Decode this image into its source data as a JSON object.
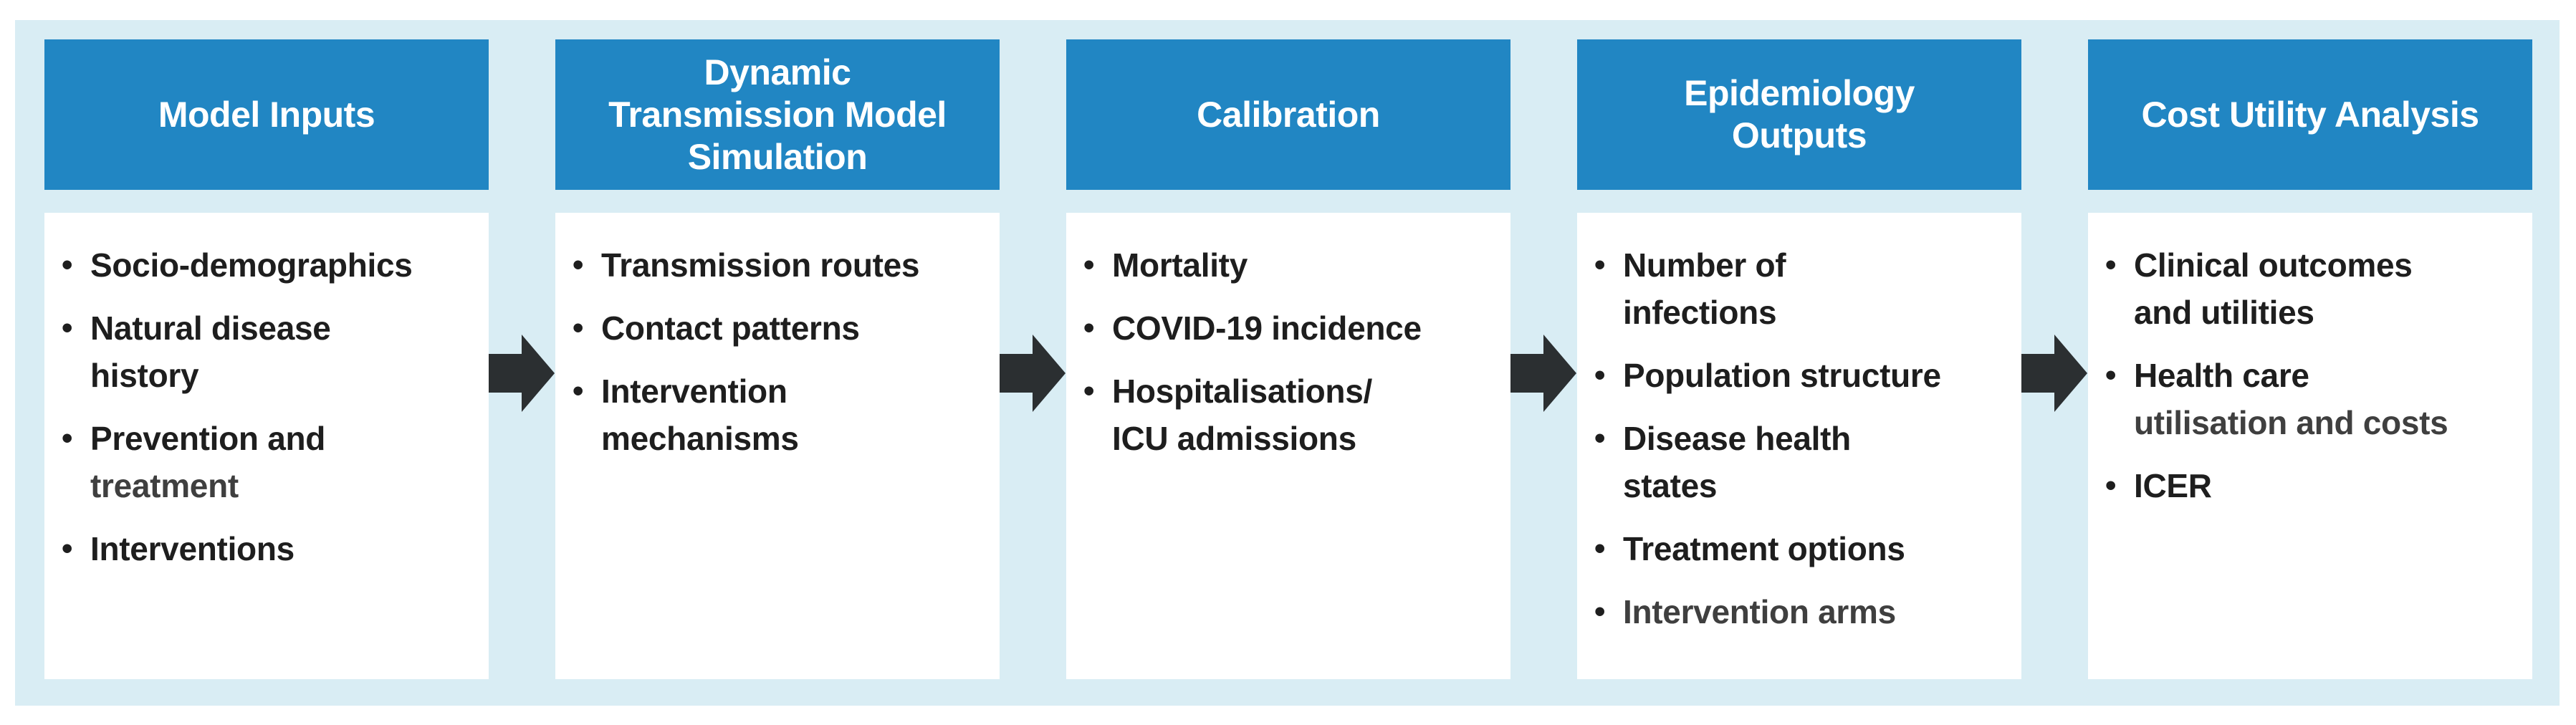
{
  "colors": {
    "page_bg": "#ffffff",
    "canvas_bg": "#d9edf4",
    "header_bg": "#2186c3",
    "header_text": "#ffffff",
    "body_bg": "#ffffff",
    "bullet_text": "#1e1e1e",
    "bullet_text_muted": "#3f3f3f",
    "arrow": "#2b2f31"
  },
  "bullet_glyph": "•",
  "arrow_icon_name": "flow-arrow-icon",
  "columns": [
    {
      "header": {
        "lines": [
          "Model Inputs"
        ]
      },
      "bullets": [
        {
          "lines": [
            {
              "text": "Socio-demographics",
              "muted": false
            }
          ]
        },
        {
          "lines": [
            {
              "text": "Natural disease",
              "muted": false
            },
            {
              "text": "history",
              "muted": false
            }
          ]
        },
        {
          "lines": [
            {
              "text": "Prevention and",
              "muted": false
            },
            {
              "text": "treatment",
              "muted": true
            }
          ]
        },
        {
          "lines": [
            {
              "text": "Interventions",
              "muted": false
            }
          ]
        }
      ]
    },
    {
      "header": {
        "lines": [
          "Dynamic",
          "Transmission Model",
          "Simulation"
        ]
      },
      "bullets": [
        {
          "lines": [
            {
              "text": "Transmission routes",
              "muted": false
            }
          ]
        },
        {
          "lines": [
            {
              "text": "Contact patterns",
              "muted": false
            }
          ]
        },
        {
          "lines": [
            {
              "text": "Intervention",
              "muted": false
            },
            {
              "text": "mechanisms",
              "muted": false
            }
          ]
        }
      ]
    },
    {
      "header": {
        "lines": [
          "Calibration"
        ]
      },
      "bullets": [
        {
          "lines": [
            {
              "text": "Mortality",
              "muted": false
            }
          ]
        },
        {
          "lines": [
            {
              "text": "COVID-19 incidence",
              "muted": false
            }
          ]
        },
        {
          "lines": [
            {
              "text": "Hospitalisations/",
              "muted": false
            },
            {
              "text": "ICU admissions",
              "muted": false
            }
          ]
        }
      ]
    },
    {
      "header": {
        "lines": [
          "Epidemiology",
          "Outputs"
        ]
      },
      "bullets": [
        {
          "lines": [
            {
              "text": "Number of",
              "muted": false
            },
            {
              "text": "infections",
              "muted": false
            }
          ]
        },
        {
          "lines": [
            {
              "text": "Population structure",
              "muted": false
            }
          ]
        },
        {
          "lines": [
            {
              "text": "Disease health",
              "muted": false
            },
            {
              "text": "states",
              "muted": false
            }
          ]
        },
        {
          "lines": [
            {
              "text": "Treatment options",
              "muted": false
            }
          ]
        },
        {
          "lines": [
            {
              "text": "Intervention arms",
              "muted": true
            }
          ]
        }
      ]
    },
    {
      "header": {
        "lines": [
          "Cost Utility Analysis"
        ]
      },
      "bullets": [
        {
          "lines": [
            {
              "text": "Clinical outcomes",
              "muted": false
            },
            {
              "text": "and utilities",
              "muted": false
            }
          ]
        },
        {
          "lines": [
            {
              "text": "Health care",
              "muted": false
            },
            {
              "text": "utilisation and costs",
              "muted": true
            }
          ]
        },
        {
          "lines": [
            {
              "text": "ICER",
              "muted": false
            }
          ]
        }
      ]
    }
  ]
}
